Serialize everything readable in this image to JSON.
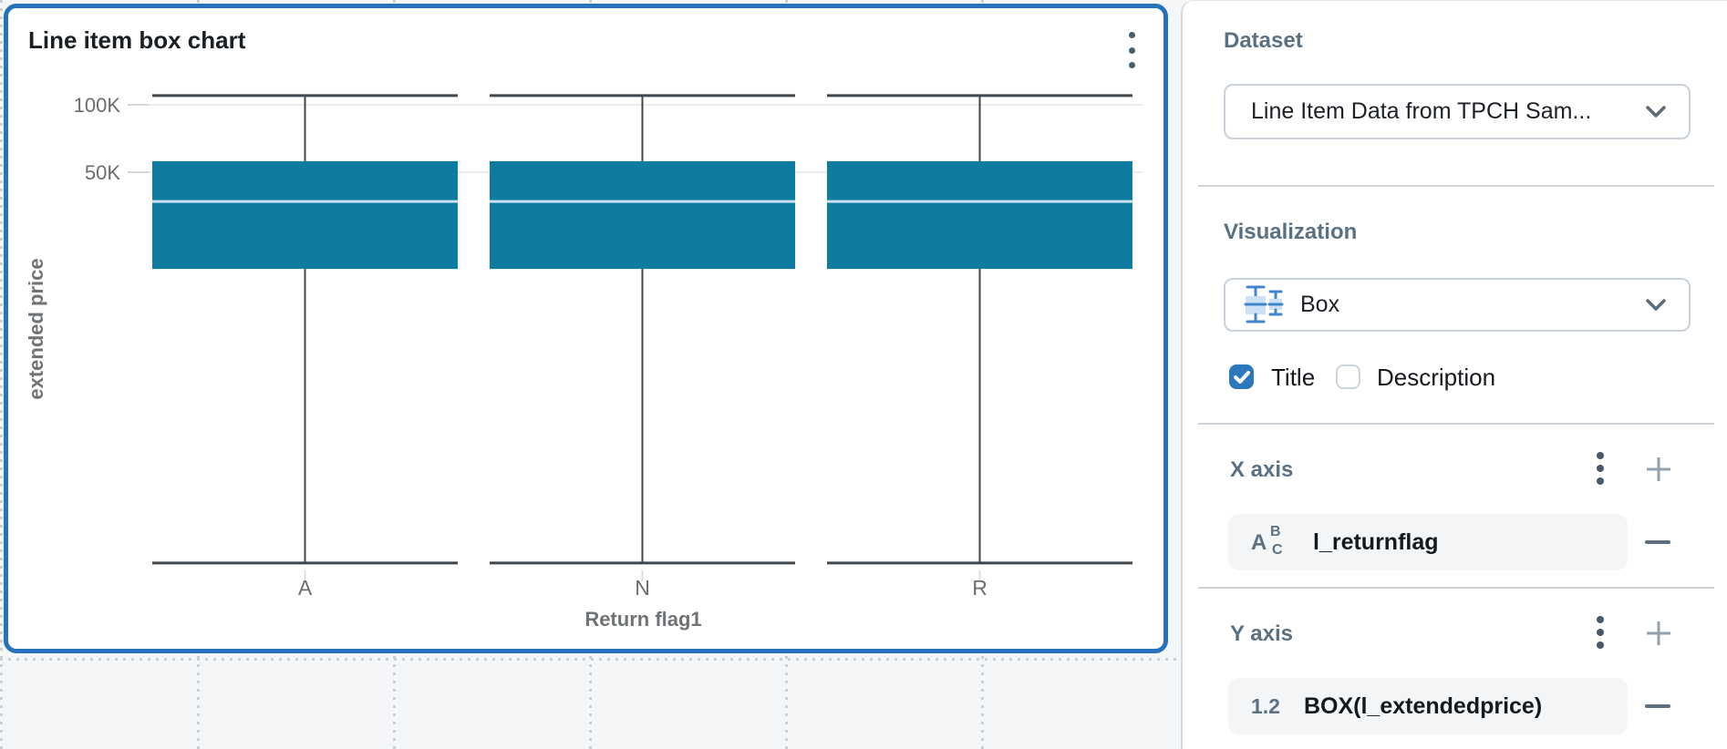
{
  "colors": {
    "accent_blue": "#2673bb",
    "checkbox_blue": "#2b78bd",
    "box_fill": "#0e7ba0",
    "median_line": "#c9e4ef",
    "whisker": "#3f464c",
    "slate_label": "#5a7184",
    "canvas_bg": "#f4f6f8"
  },
  "card": {
    "title": "Line item box chart",
    "menu_icon": "kebab-menu-icon"
  },
  "chart_data": {
    "type": "box",
    "title": "Line item box chart",
    "xlabel": "Return flag1",
    "ylabel": "extended price",
    "y_scale": "log",
    "grid": true,
    "legend": false,
    "y_ticks": [
      {
        "label": "100K",
        "value": 100000
      },
      {
        "label": "50K",
        "value": 50000
      }
    ],
    "categories": [
      "A",
      "N",
      "R"
    ],
    "series": [
      {
        "name": "A",
        "whisker_low": 900,
        "q1": 18500,
        "median": 37000,
        "q3": 56000,
        "whisker_high": 110000
      },
      {
        "name": "N",
        "whisker_low": 900,
        "q1": 18500,
        "median": 37000,
        "q3": 56000,
        "whisker_high": 110000
      },
      {
        "name": "R",
        "whisker_low": 900,
        "q1": 18500,
        "median": 37000,
        "q3": 56000,
        "whisker_high": 110000
      }
    ],
    "box_color": "#0e7ba0"
  },
  "panel": {
    "dataset": {
      "label": "Dataset",
      "value": "Line Item Data from TPCH Sam...",
      "chevron_icon": "chevron-down-icon"
    },
    "visualization": {
      "label": "Visualization",
      "value": "Box",
      "type_icon": "box-plot-icon",
      "chevron_icon": "chevron-down-icon"
    },
    "options": {
      "title_label": "Title",
      "title_checked": true,
      "description_label": "Description",
      "description_checked": false,
      "check_glyph": "checkmark-icon"
    },
    "x_axis": {
      "label": "X axis",
      "menu_icon": "kebab-menu-icon",
      "add_icon": "plus-icon",
      "remove_icon": "minus-icon",
      "field": {
        "name": "l_returnflag",
        "type": "string",
        "icon_letters": {
          "a": "A",
          "b": "B",
          "c": "C"
        }
      }
    },
    "y_axis": {
      "label": "Y axis",
      "menu_icon": "kebab-menu-icon",
      "add_icon": "plus-icon",
      "remove_icon": "minus-icon",
      "field": {
        "name": "BOX(l_extendedprice)",
        "type": "number",
        "icon_text": "1.2"
      }
    }
  }
}
